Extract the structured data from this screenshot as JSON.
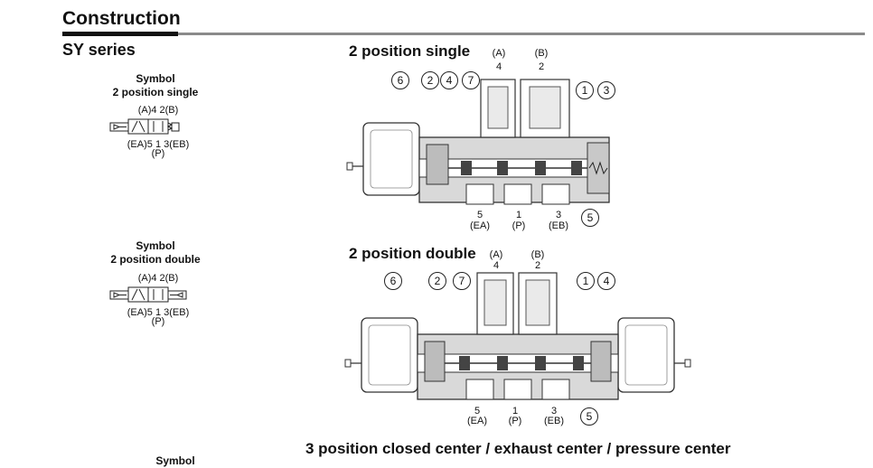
{
  "page": {
    "title": "Construction",
    "series": "SY series"
  },
  "symbols": [
    {
      "label": "Symbol",
      "type": "2 position single",
      "ports_top": "(A)4  2(B)",
      "ports_bottom": "(EA)5  1  3(EB)",
      "ports_p": "(P)"
    },
    {
      "label": "Symbol",
      "type": "2 position double",
      "ports_top": "(A)4  2(B)",
      "ports_bottom": "(EA)5  1  3(EB)",
      "ports_p": "(P)"
    },
    {
      "label": "Symbol"
    }
  ],
  "sections": [
    {
      "heading": "2 position single",
      "ports_top": [
        {
          "letter": "(A)",
          "num": "4"
        },
        {
          "letter": "(B)",
          "num": "2"
        }
      ],
      "ports_bottom": [
        {
          "num": "5",
          "letter": "(EA)"
        },
        {
          "num": "1",
          "letter": "(P)"
        },
        {
          "num": "3",
          "letter": "(EB)"
        }
      ],
      "callouts": [
        "6",
        "2",
        "4",
        "7",
        "1",
        "3",
        "5"
      ]
    },
    {
      "heading": "2 position double",
      "ports_top": [
        {
          "letter": "(A)",
          "num": "4"
        },
        {
          "letter": "(B)",
          "num": "2"
        }
      ],
      "ports_bottom": [
        {
          "num": "5",
          "letter": "(EA)"
        },
        {
          "num": "1",
          "letter": "(P)"
        },
        {
          "num": "3",
          "letter": "(EB)"
        }
      ],
      "callouts": [
        "6",
        "2",
        "7",
        "1",
        "4",
        "5"
      ]
    },
    {
      "heading": "3 position closed center / exhaust center / pressure center"
    }
  ]
}
